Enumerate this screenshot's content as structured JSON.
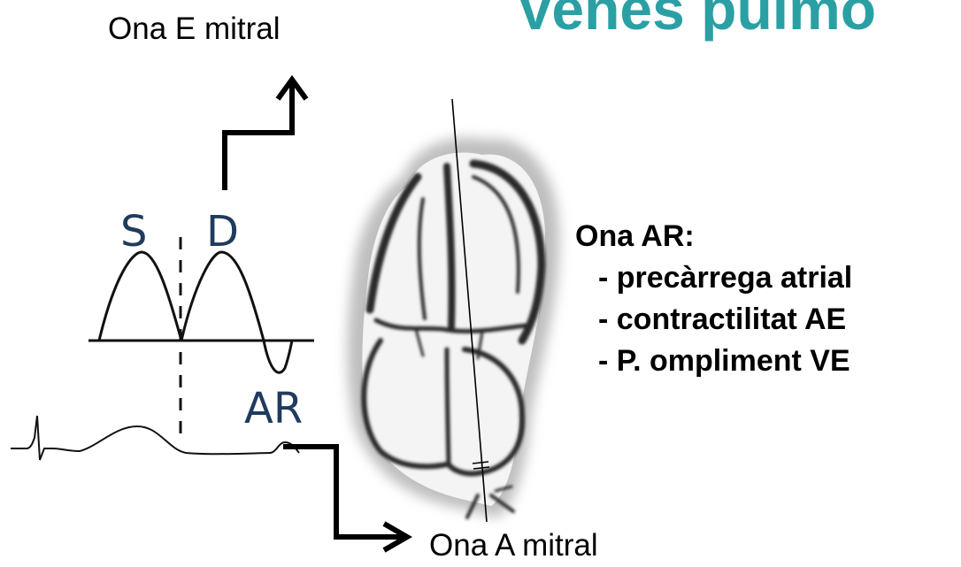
{
  "title": {
    "text": "Venes pulmo",
    "color": "#2aa0a4"
  },
  "labels": {
    "e_wave": "Ona E mitral",
    "a_wave": "Ona A mitral"
  },
  "waveform": {
    "s": "S",
    "d": "D",
    "ar": "AR",
    "letter_color": "#1f3b5e"
  },
  "info": {
    "heading": "Ona AR:",
    "items": [
      "- precàrrega atrial",
      "- contractilitat AE",
      "- P. ompliment VE"
    ]
  },
  "colors": {
    "heart_outline": "#2b2b2b",
    "heart_halo": "#9a9a9a",
    "arrow": "#000000"
  }
}
